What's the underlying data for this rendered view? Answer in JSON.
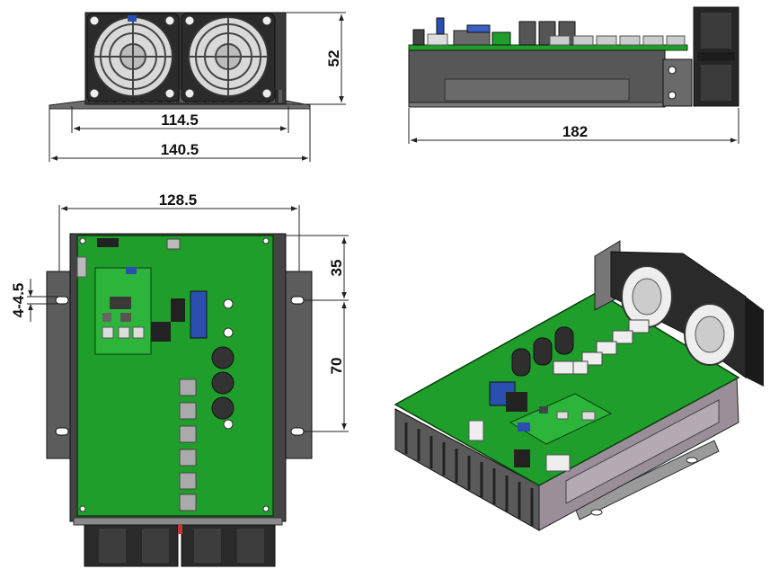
{
  "dimensions": {
    "height": "52",
    "fan_span": "114.5",
    "base_width": "140.5",
    "length": "182",
    "board_width": "128.5",
    "slot_offset": "35",
    "slot_pitch": "70",
    "slot_size": "4-4.5"
  },
  "colors": {
    "pcb": "#1f9e2b",
    "heatsink": "#4a4a4a",
    "fan": "#2a2a2a",
    "dimension_line": "#222222"
  },
  "views": [
    "front-view",
    "side-view",
    "top-view",
    "isometric-view"
  ]
}
